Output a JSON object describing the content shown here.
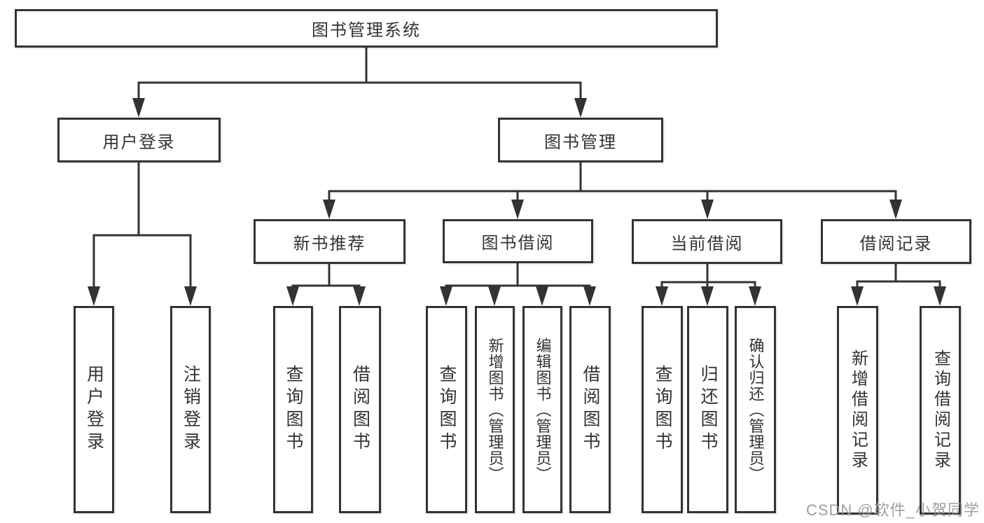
{
  "diagram": {
    "type": "hierarchy-tree",
    "colors": {
      "line": "#333333",
      "box_border": "#333333",
      "box_fill": "#ffffff",
      "text": "#333333",
      "watermark": "#989898"
    },
    "tree": {
      "label": "图书管理系统",
      "children": [
        {
          "label": "用户登录",
          "children": [
            {
              "label": "用户登录"
            },
            {
              "label": "注销登录"
            }
          ]
        },
        {
          "label": "图书管理",
          "children": [
            {
              "label": "新书推荐",
              "children": [
                {
                  "label": "查询图书"
                },
                {
                  "label": "借阅图书"
                }
              ]
            },
            {
              "label": "图书借阅",
              "children": [
                {
                  "label": "查询图书"
                },
                {
                  "label": "新增图书（管理员）"
                },
                {
                  "label": "编辑图书（管理员）"
                },
                {
                  "label": "借阅图书"
                }
              ]
            },
            {
              "label": "当前借阅",
              "children": [
                {
                  "label": "查询图书"
                },
                {
                  "label": "归还图书"
                },
                {
                  "label": "确认归还（管理员）"
                }
              ]
            },
            {
              "label": "借阅记录",
              "children": [
                {
                  "label": "新增借阅记录"
                },
                {
                  "label": "查询借阅记录"
                }
              ]
            }
          ]
        }
      ]
    },
    "watermark": {
      "text": "CSDN @软件_小贺同学"
    }
  }
}
